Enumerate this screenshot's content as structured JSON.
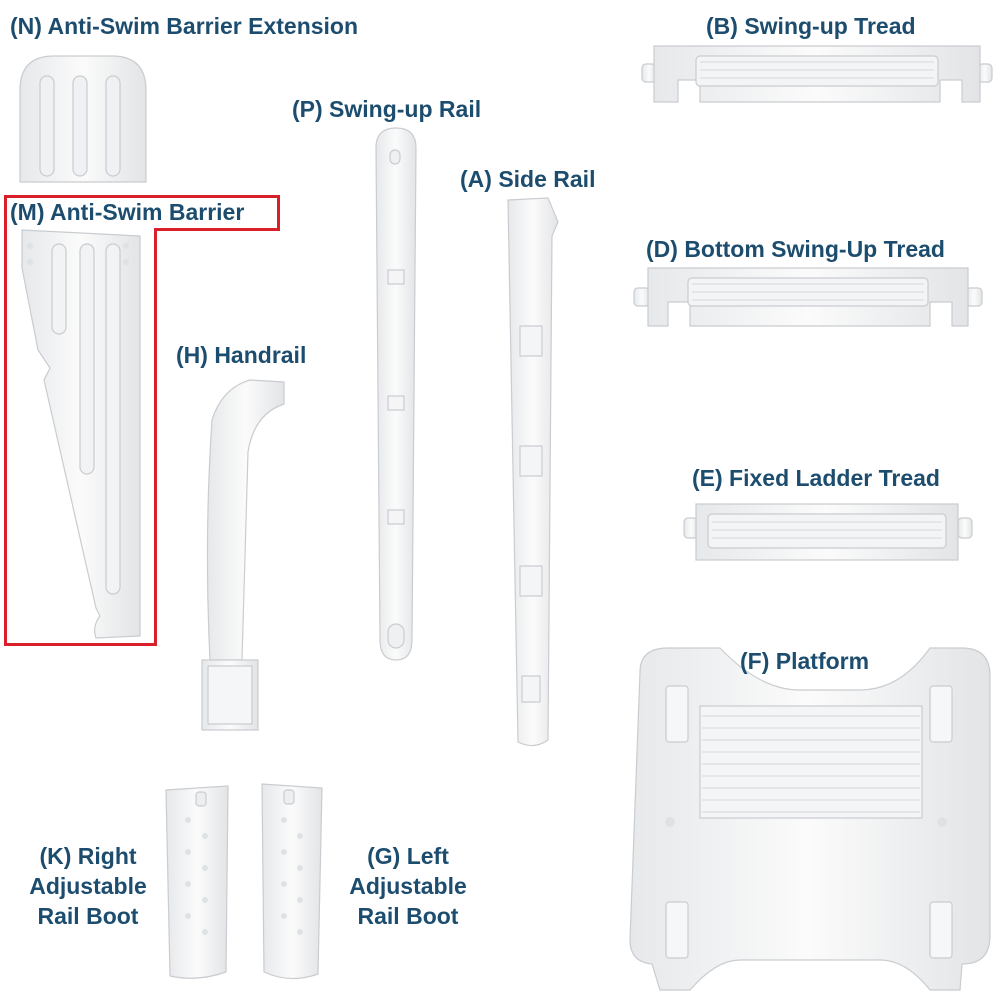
{
  "highlight_color": "#d9202a",
  "label_color": "#1d4d6e",
  "parts": {
    "N": {
      "label": "(N) Anti-Swim Barrier Extension"
    },
    "B": {
      "label": "(B) Swing-up Tread"
    },
    "P": {
      "label": "(P) Swing-up Rail"
    },
    "A": {
      "label": "(A) Side Rail"
    },
    "M": {
      "label": "(M) Anti-Swim Barrier"
    },
    "D": {
      "label": "(D) Bottom Swing-Up Tread"
    },
    "H": {
      "label": "(H) Handrail"
    },
    "E": {
      "label": "(E) Fixed Ladder Tread"
    },
    "F": {
      "label": "(F) Platform"
    },
    "K": {
      "label_lines": [
        "(K) Right",
        "Adjustable",
        "Rail Boot"
      ]
    },
    "G": {
      "label_lines": [
        "(G) Left",
        "Adjustable",
        "Rail Boot"
      ]
    }
  }
}
